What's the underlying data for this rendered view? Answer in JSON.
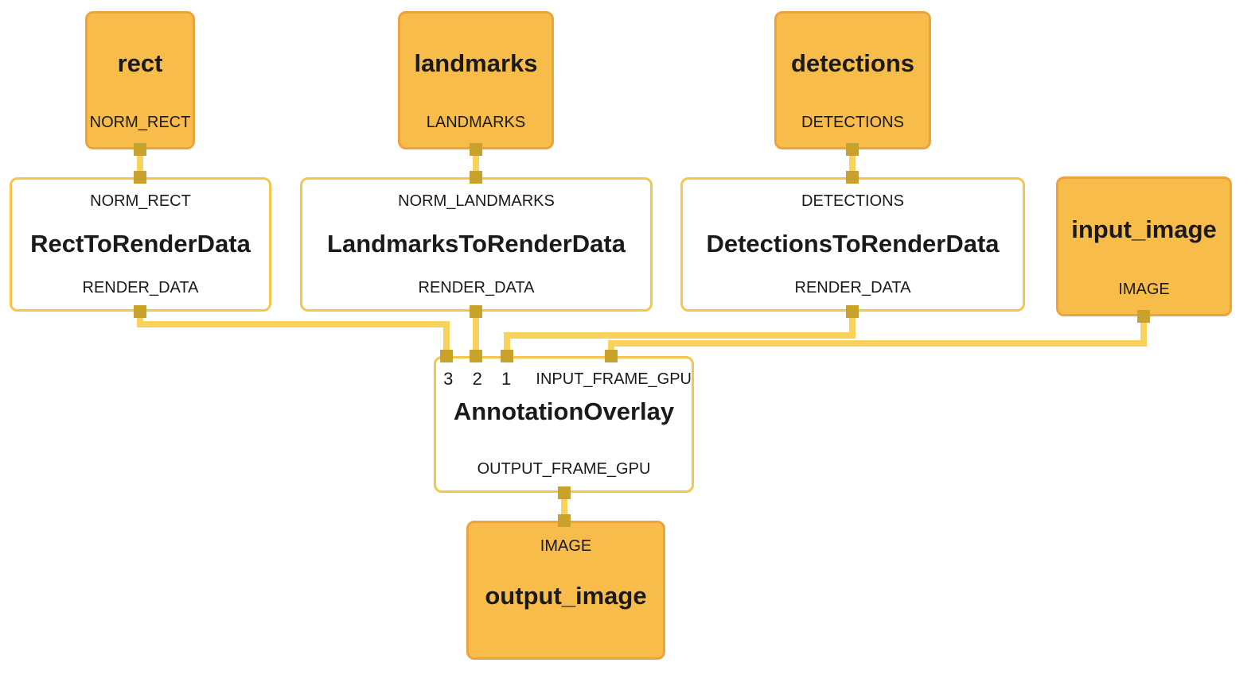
{
  "diagram": {
    "nodes": {
      "rect": {
        "title": "rect",
        "output_port": "NORM_RECT"
      },
      "landmarks": {
        "title": "landmarks",
        "output_port": "LANDMARKS"
      },
      "detections": {
        "title": "detections",
        "output_port": "DETECTIONS"
      },
      "input_image": {
        "title": "input_image",
        "output_port": "IMAGE"
      },
      "rect_to_render_data": {
        "input_port": "NORM_RECT",
        "title": "RectToRenderData",
        "output_port": "RENDER_DATA"
      },
      "landmarks_to_render_data": {
        "input_port": "NORM_LANDMARKS",
        "title": "LandmarksToRenderData",
        "output_port": "RENDER_DATA"
      },
      "detections_to_render_data": {
        "input_port": "DETECTIONS",
        "title": "DetectionsToRenderData",
        "output_port": "RENDER_DATA"
      },
      "annotation_overlay": {
        "input_ports": [
          "3",
          "2",
          "1",
          "INPUT_FRAME_GPU"
        ],
        "title": "AnnotationOverlay",
        "output_port": "OUTPUT_FRAME_GPU"
      },
      "output_image": {
        "input_port": "IMAGE",
        "title": "output_image"
      }
    },
    "edges": [
      {
        "from": "rect.NORM_RECT",
        "to": "RectToRenderData.NORM_RECT"
      },
      {
        "from": "landmarks.LANDMARKS",
        "to": "LandmarksToRenderData.NORM_LANDMARKS"
      },
      {
        "from": "detections.DETECTIONS",
        "to": "DetectionsToRenderData.DETECTIONS"
      },
      {
        "from": "RectToRenderData.RENDER_DATA",
        "to": "AnnotationOverlay.3"
      },
      {
        "from": "LandmarksToRenderData.RENDER_DATA",
        "to": "AnnotationOverlay.2"
      },
      {
        "from": "DetectionsToRenderData.RENDER_DATA",
        "to": "AnnotationOverlay.1"
      },
      {
        "from": "input_image.IMAGE",
        "to": "AnnotationOverlay.INPUT_FRAME_GPU"
      },
      {
        "from": "AnnotationOverlay.OUTPUT_FRAME_GPU",
        "to": "output_image.IMAGE"
      }
    ],
    "colors": {
      "node_fill": "#F7BC49",
      "node_border_orange": "#EDA23E",
      "node_border_white_node": "#F6C54B",
      "edge": "#F8D25B",
      "pin": "#C9A22B",
      "text": "#1a1a1a"
    }
  }
}
